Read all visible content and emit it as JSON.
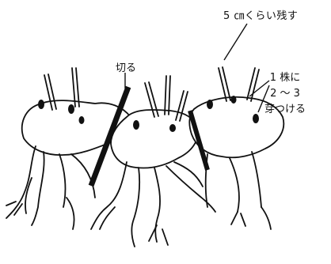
{
  "diagram": {
    "labels": {
      "cut": "切る",
      "stem_length": "5 ㎝くらい残す",
      "split_line1": "1 株に",
      "split_line2": "2 〜 3",
      "split_line3": "芽つける"
    }
  }
}
